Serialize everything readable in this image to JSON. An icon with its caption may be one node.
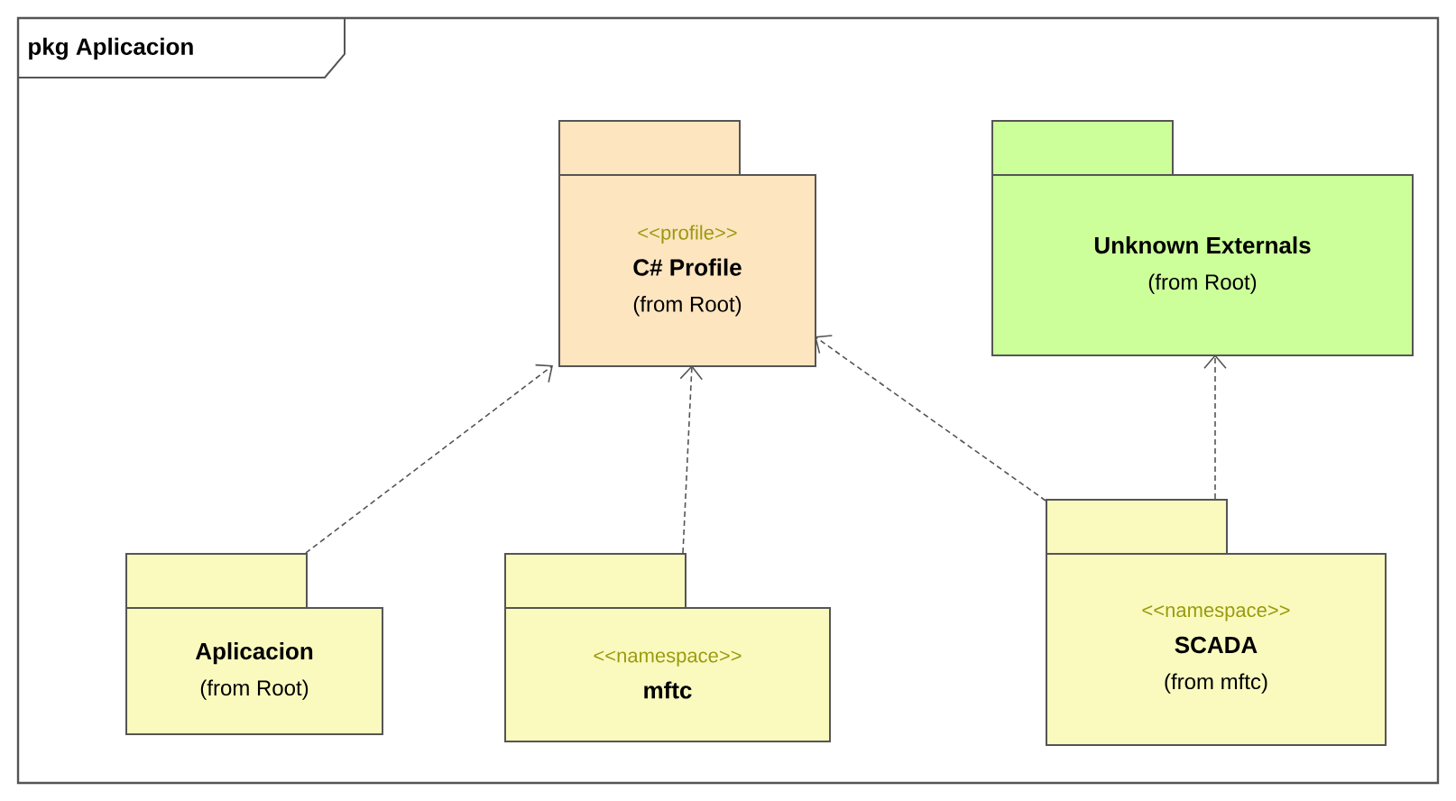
{
  "diagram": {
    "nodes": [
      {
        "text": [
          "pkg Aplicacion"
        ]
      },
      {
        "text": [
          "<<profile>>",
          "C# Profile",
          "(from Root)"
        ],
        "in": 0
      },
      {
        "text": [
          "Unknown Externals",
          "(from Root)"
        ],
        "in": 0
      },
      {
        "text": [
          "Aplicacion",
          "(from Root)"
        ],
        "in": 0
      },
      {
        "text": [
          "<<namespace>>",
          "mftc"
        ],
        "in": 0
      },
      {
        "text": [
          "<<namespace>>",
          "SCADA",
          "(from mftc)"
        ],
        "in": 0
      }
    ],
    "edges": [
      {
        "from": 3,
        "to": 1,
        "arrow": "to",
        "style": "dashed"
      },
      {
        "from": 4,
        "to": 1,
        "arrow": "to",
        "style": "dashed"
      },
      {
        "from": 5,
        "to": 1,
        "arrow": "to",
        "style": "dashed"
      },
      {
        "from": 5,
        "to": 2,
        "arrow": "to",
        "style": "dashed"
      }
    ]
  }
}
